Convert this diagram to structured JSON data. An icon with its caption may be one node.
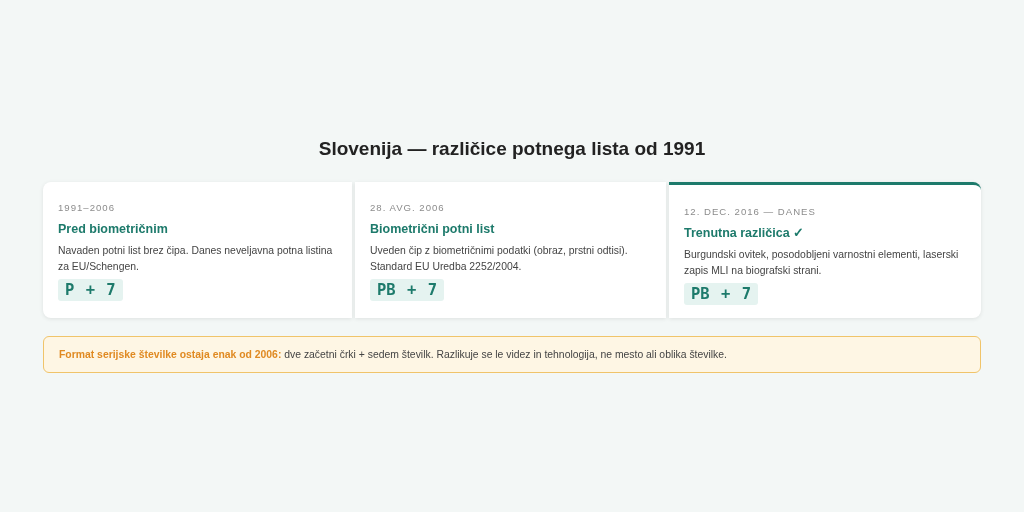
{
  "diagram": {
    "title": "Slovenija — različice potnega lista od 1991",
    "nodes": [
      {
        "text": [
          "1991–2006",
          "Pred biometričnim",
          "Navaden potni list brez čipa. Danes neveljavna potna listina za EU/Schengen.",
          "P + 7"
        ]
      },
      {
        "text": [
          "28. AVG. 2006",
          "Biometrični potni list",
          "Uveden čip z biometričnimi podatki (obraz, prstni odtisi). Standard EU Uredba 2252/2004.",
          "PB + 7"
        ]
      },
      {
        "text": [
          "12. DEC. 2016 — DANES",
          "Trenutna različica ✓",
          "Burgundski ovitek, posodobljeni varnostni elementi, laserski zapis MLI na biografski strani.",
          "PB + 7"
        ]
      },
      {
        "text": [
          "**Format serijske številke ostaja enak od 2006:** dve začetni črki + sedem številk. Razlikuje se le videz in tehnologija, ne mesto ali oblika številke."
        ]
      }
    ]
  }
}
